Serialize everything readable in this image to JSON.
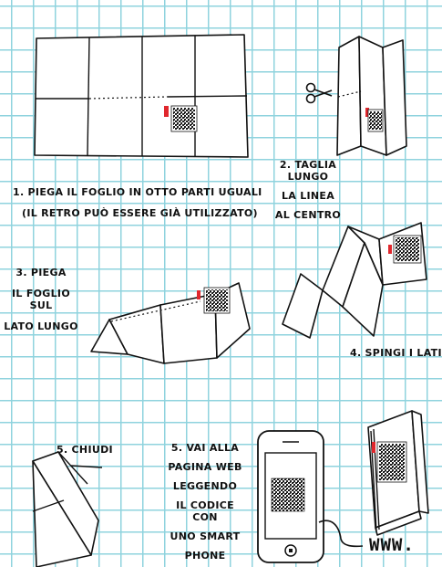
{
  "steps": {
    "step1_line1": "1. PIEGA IL FOGLIO IN OTTO PARTI UGUALI",
    "step1_line2": "(IL RETRO PUÒ ESSERE GIÀ UTILIZZATO)",
    "step2_line1": "2. TAGLIA LUNGO",
    "step2_line2": "LA LINEA",
    "step2_line3": "AL CENTRO",
    "step3_line1": "3. PIEGA",
    "step3_line2": "IL FOGLIO SUL",
    "step3_line3": "LATO LUNGO",
    "step4": "4. SPINGI I LATI",
    "step5a": "5. CHIUDI",
    "step5b_line1": "5. VAI ALLA",
    "step5b_line2": "PAGINA WEB",
    "step5b_line3": "LEGGENDO",
    "step5b_line4": "IL CODICE CON",
    "step5b_line5": "UNO  SMART",
    "step5b_line6": "PHONE"
  },
  "website_label": "WWW.",
  "icons": [
    "scissors-icon",
    "qr-code-icon",
    "smartphone-icon",
    "arrow-icon"
  ],
  "colors": {
    "grid": "#8fd3de",
    "accent": "#e0272d",
    "ink": "#111111"
  }
}
